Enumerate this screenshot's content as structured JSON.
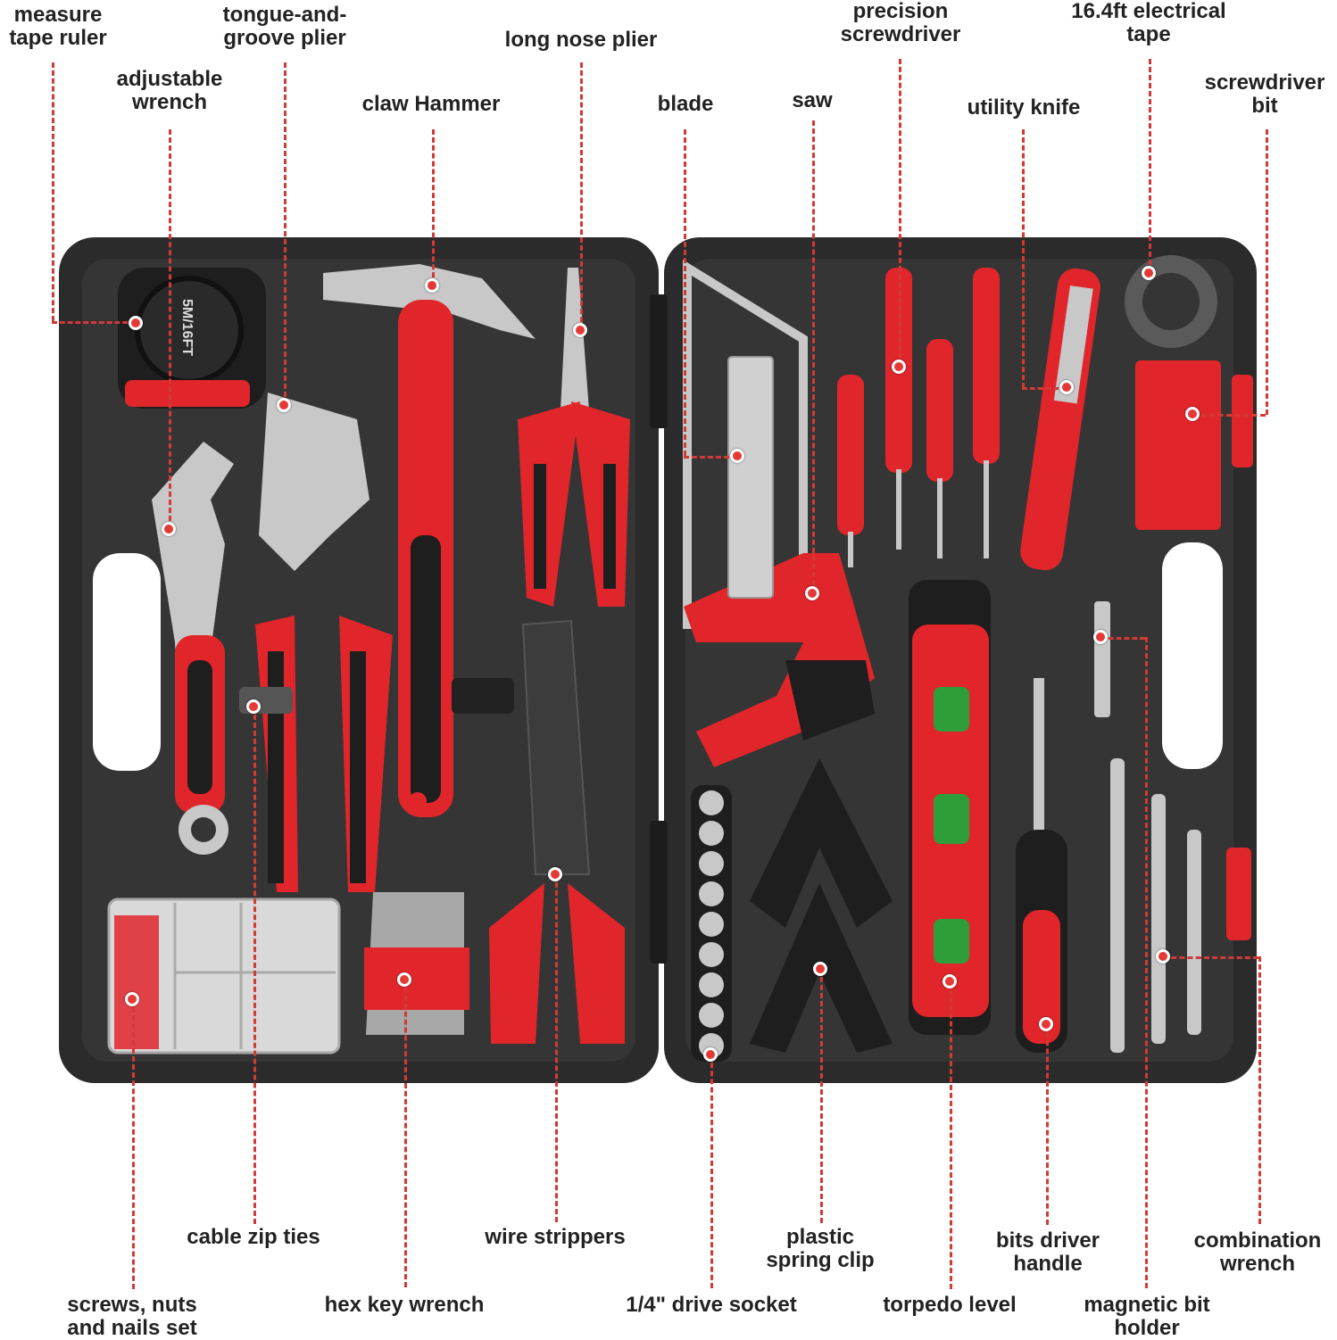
{
  "colors": {
    "case_dark": "#2b2b2b",
    "case_mid": "#3a3a3a",
    "tool_red": "#e0262b",
    "tool_black": "#1e1e1e",
    "steel": "#c8c8c8",
    "leader": "#d33a35"
  },
  "tape_marking": "5M/16FT",
  "labels": {
    "measure_tape": "measure\ntape ruler",
    "tongue_groove": "tongue-and-\ngroove plier",
    "long_nose": "long nose plier",
    "precision_screwdriver": "precision\nscrewdriver",
    "electrical_tape": "16.4ft electrical\ntape",
    "adjustable_wrench": "adjustable\nwrench",
    "claw_hammer": "claw Hammer",
    "blade": "blade",
    "saw": "saw",
    "utility_knife": "utility knife",
    "screwdriver_bit": "screwdriver\nbit",
    "cable_zip_ties": "cable zip ties",
    "wire_strippers": "wire strippers",
    "plastic_spring_clip": "plastic\nspring clip",
    "bits_driver_handle": "bits driver\nhandle",
    "combination_wrench": "combination\nwrench",
    "screws_set": "screws, nuts\nand nails set",
    "hex_key": "hex key wrench",
    "drive_socket": "1/4\" drive socket",
    "torpedo_level": "torpedo level",
    "magnetic_bit_holder": "magnetic bit\nholder"
  }
}
